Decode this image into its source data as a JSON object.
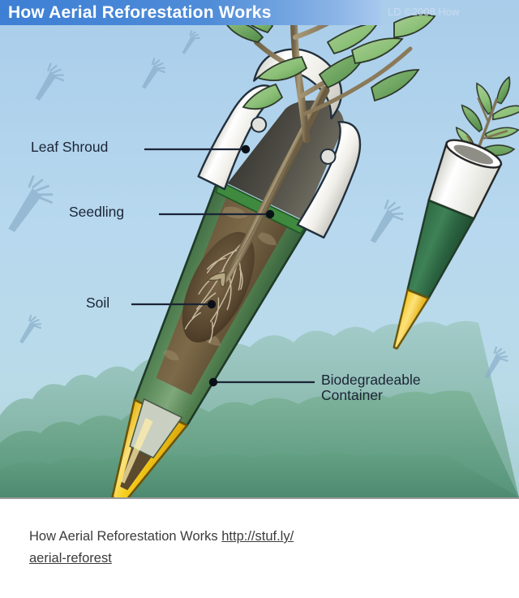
{
  "header": {
    "title": "How Aerial Reforestation Works",
    "copyright": "LD ©2008 How"
  },
  "labels": {
    "leaf_shroud": "Leaf Shroud",
    "seedling": "Seedling",
    "soil": "Soil",
    "container_line1": "Biodegradeable",
    "container_line2": "Container"
  },
  "caption": {
    "text": "How Aerial Reforestation Works ",
    "link_line1": "http://stuf.ly/",
    "link_line2": "aerial-reforest"
  },
  "colors": {
    "banner_blue": "#3d7fd4",
    "sky_blue": "#b5d5ec",
    "canopy_green": "#5a9a7e",
    "container_green": "#4e7d4a",
    "dart_green_dark": "#2d6b45",
    "tip_yellow": "#f5c518",
    "shroud_white": "#f2f2ee",
    "soil_brown": "#6b5334",
    "soil_dark": "#4a3a24",
    "leaf_green": "#7db56a",
    "stem_brown": "#8a7a5a",
    "label_ink": "#1b2436",
    "caption_ink": "#3b3b3b"
  },
  "illustration": {
    "alt": "Cutaway diagram of an aerial reforestation dart containing a seedling, soil and biodegradeable container with a pointed yellow tip, falling toward a forest canopy",
    "scene_elements": [
      "sky",
      "forest-canopy",
      "main-cutaway-dart",
      "secondary-dart",
      "falling-dart-silhouettes"
    ],
    "falling_dart_count": 6
  }
}
